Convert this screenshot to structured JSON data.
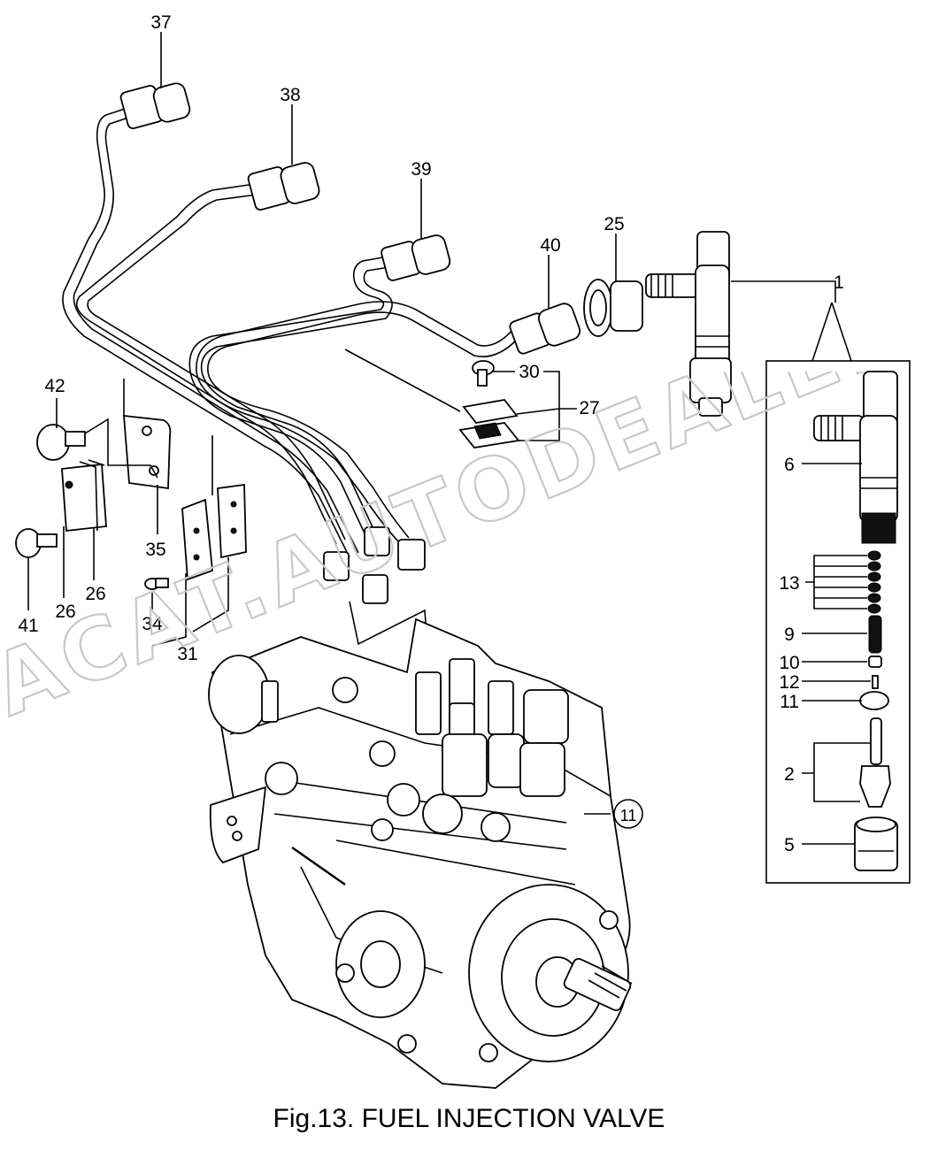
{
  "caption": "Fig.13.  FUEL INJECTION VALVE",
  "watermark": "ACAT.AUTODEALER.RU",
  "callouts": {
    "c37": "37",
    "c38": "38",
    "c39": "39",
    "c40": "40",
    "c25": "25",
    "c1": "1",
    "c30": "30",
    "c27": "27",
    "c42": "42",
    "c35": "35",
    "c26a": "26",
    "c26b": "26",
    "c41": "41",
    "c34": "34",
    "c31": "31",
    "c6": "6",
    "c13": "13",
    "c9": "9",
    "c10": "10",
    "c12": "12",
    "c11": "11",
    "c2": "2",
    "c5": "5",
    "c11b": "11"
  }
}
